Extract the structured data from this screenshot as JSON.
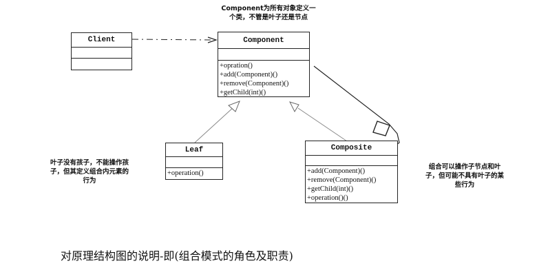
{
  "notes": {
    "component": [
      "Component为所有对象定义一",
      "个类，不管是叶子还是节点"
    ],
    "leaf": [
      "叶子没有孩子，不能操作孩",
      "子，但其定义组合内元素的",
      "行为"
    ],
    "composite": [
      "组合可以操作子节点和叶",
      "子，但可能不具有叶子的某",
      "些行为"
    ]
  },
  "classes": {
    "client": {
      "name": "Client",
      "methods": []
    },
    "component": {
      "name": "Component",
      "methods": [
        "+opration()",
        "+add(Component)()",
        "+remove(Component)()",
        "+getChild(int)()"
      ]
    },
    "leaf": {
      "name": "Leaf",
      "methods": [
        "+operation()"
      ]
    },
    "composite": {
      "name": "Composite",
      "methods": [
        "+add(Component)()",
        "+remove(Component)()",
        "+getChild(int)()",
        "+operation()()"
      ]
    }
  },
  "caption": "对原理结构图的说明-即(组合模式的角色及职责)"
}
